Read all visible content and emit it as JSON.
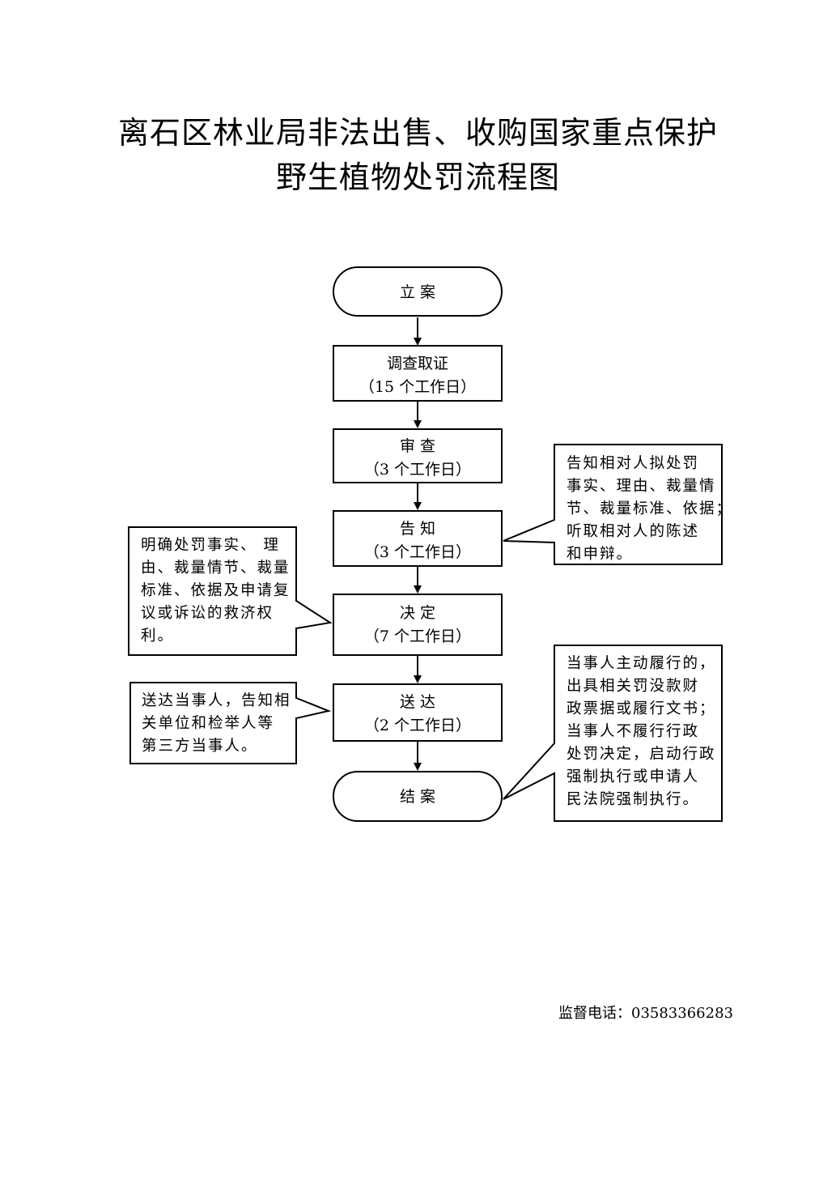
{
  "title": {
    "line1": "离石区林业局非法出售、收购国家重点保护",
    "line2": "野生植物处罚流程图"
  },
  "nodes": {
    "start": {
      "label": "立  案"
    },
    "investigate": {
      "label": "调查取证",
      "duration": "（15 个工作日）"
    },
    "review": {
      "label": "审  查",
      "duration": "（3 个工作日）"
    },
    "notify": {
      "label": "告  知",
      "duration": "（3 个工作日）"
    },
    "decide": {
      "label": "决  定",
      "duration": "（7 个工作日）"
    },
    "deliver": {
      "label": "送  达",
      "duration": "（2 个工作日）"
    },
    "end": {
      "label": "结  案"
    }
  },
  "notes": {
    "notify_note": [
      "告知相对人拟处罚",
      "事实、理由、裁量情",
      "节、裁量标准、依据；",
      "听取相对人的陈述",
      "和申辩。"
    ],
    "decide_note": [
      "明确处罚事实、 理",
      "由、裁量情节、裁量",
      "标准、依据及申请复",
      "议或诉讼的救济权",
      "利。"
    ],
    "deliver_note": [
      "送达当事人，告知相",
      "关单位和检举人等",
      "第三方当事人。"
    ],
    "end_note": [
      "当事人主动履行的，",
      "出具相关罚没款财",
      "政票据或履行文书；",
      "当事人不履行行政",
      "处罚决定，启动行政",
      "强制执行或申请人",
      "民法院强制执行。"
    ]
  },
  "footer": {
    "phone": "监督电话：03583366283"
  }
}
